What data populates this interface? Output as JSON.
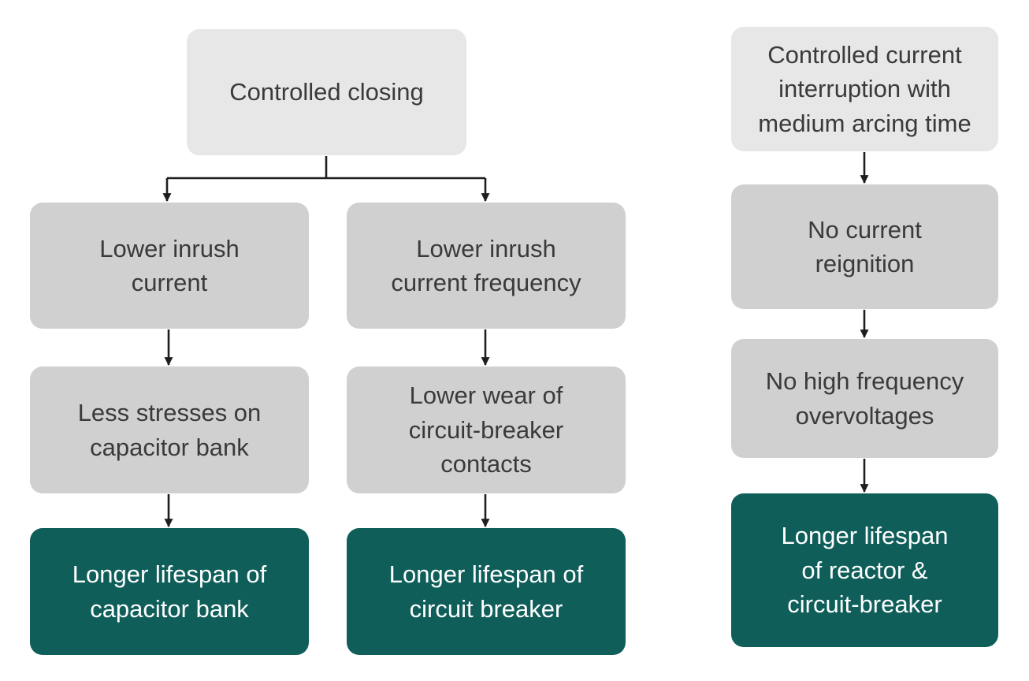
{
  "colors": {
    "light_box": "#e7e7e7",
    "mid_box": "#d0d0d0",
    "dark_box": "#0f5e5a",
    "text_dark": "#3a3a3a",
    "text_light": "#ffffff",
    "connector": "#1e1e1e"
  },
  "nodes": {
    "controlled_closing": {
      "lines": [
        "Controlled closing"
      ]
    },
    "lower_inrush_current": {
      "lines": [
        "Lower inrush",
        "current"
      ]
    },
    "lower_inrush_frequency": {
      "lines": [
        "Lower inrush",
        "current frequency"
      ]
    },
    "less_stresses": {
      "lines": [
        "Less stresses on",
        "capacitor bank"
      ]
    },
    "lower_wear": {
      "lines": [
        "Lower wear of",
        "circuit-breaker",
        "contacts"
      ]
    },
    "lifespan_capacitor": {
      "lines": [
        "Longer lifespan of",
        "capacitor bank"
      ]
    },
    "lifespan_breaker": {
      "lines": [
        "Longer lifespan of",
        "circuit breaker"
      ]
    },
    "controlled_interruption": {
      "lines": [
        "Controlled current",
        "interruption with",
        "medium arcing time"
      ]
    },
    "no_reignition": {
      "lines": [
        "No current",
        "reignition"
      ]
    },
    "no_overvoltages": {
      "lines": [
        "No high frequency",
        "overvoltages"
      ]
    },
    "lifespan_reactor": {
      "lines": [
        "Longer lifespan",
        "of reactor &",
        "circuit-breaker"
      ]
    }
  }
}
